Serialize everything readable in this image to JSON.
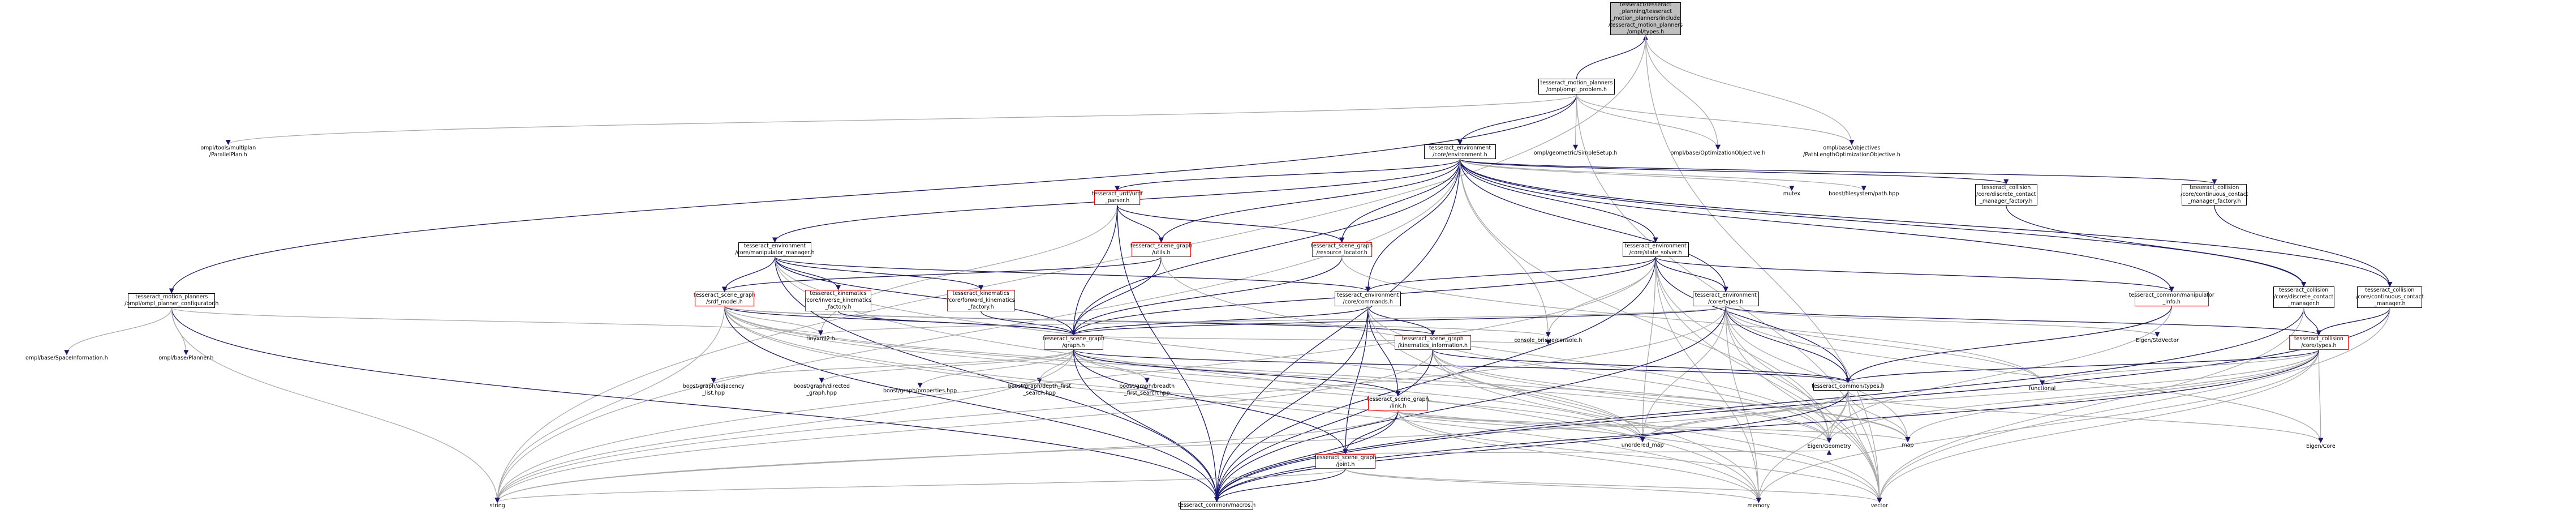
{
  "nodes": [
    {
      "id": "root",
      "text": "tesseract/tesseract\n_planning/tesseract\n_motion_planners/include\n/tesseract_motion_planners\n/ompl/types.h",
      "style": "root"
    },
    {
      "id": "ompl_problem",
      "text": "tesseract_motion_planners\n/ompl/ompl_problem.h",
      "style": "blank"
    },
    {
      "id": "parallel_plan",
      "text": "ompl/tools/multiplan\n/ParallelPlan.h",
      "style": "noborder"
    },
    {
      "id": "environment",
      "text": "tesseract_environment\n/core/environment.h",
      "style": "blank"
    },
    {
      "id": "simple_setup",
      "text": "ompl/geometric/SimpleSetup.h",
      "style": "noborder"
    },
    {
      "id": "opt_objective",
      "text": "ompl/base/OptimizationObjective.h",
      "style": "noborder"
    },
    {
      "id": "path_length",
      "text": "ompl/base/objectives\n/PathLengthOptimizationObjective.h",
      "style": "noborder"
    },
    {
      "id": "planner_configurator",
      "text": "tesseract_motion_planners\n/ompl/ompl_planner_configurator.h",
      "style": "blank"
    },
    {
      "id": "space_information",
      "text": "ompl/base/SpaceInformation.h",
      "style": "noborder"
    },
    {
      "id": "planner",
      "text": "ompl/base/Planner.h",
      "style": "noborder"
    },
    {
      "id": "urdf_parser",
      "text": "tesseract_urdf/urdf\n_parser.h",
      "style": "red"
    },
    {
      "id": "manipulator_manager",
      "text": "tesseract_environment\n/core/manipulator_manager.h",
      "style": "blank"
    },
    {
      "id": "sg_utils",
      "text": "tesseract_scene_graph\n/utils.h",
      "style": "red"
    },
    {
      "id": "resource_locator",
      "text": "tesseract_scene_graph\n/resource_locator.h",
      "style": "red"
    },
    {
      "id": "state_solver",
      "text": "tesseract_environment\n/core/state_solver.h",
      "style": "blank"
    },
    {
      "id": "mutex",
      "text": "mutex",
      "style": "noborder"
    },
    {
      "id": "fs_path",
      "text": "boost/filesystem/path.hpp",
      "style": "noborder"
    },
    {
      "id": "discrete_factory",
      "text": "tesseract_collision\n/core/discrete_contact\n_manager_factory.h",
      "style": "blank"
    },
    {
      "id": "continuous_factory",
      "text": "tesseract_collision\n/core/continuous_contact\n_manager_factory.h",
      "style": "blank"
    },
    {
      "id": "srdf_model",
      "text": "tesseract_scene_graph\n/srdf_model.h",
      "style": "red"
    },
    {
      "id": "inverse_kin_factory",
      "text": "tesseract_kinematics\n/core/inverse_kinematics\n_factory.h",
      "style": "red"
    },
    {
      "id": "forward_kin_factory",
      "text": "tesseract_kinematics\n/core/forward_kinematics\n_factory.h",
      "style": "red"
    },
    {
      "id": "commands",
      "text": "tesseract_environment\n/core/commands.h",
      "style": "blank"
    },
    {
      "id": "env_types",
      "text": "tesseract_environment\n/core/types.h",
      "style": "blank"
    },
    {
      "id": "manipulator_info",
      "text": "tesseract_common/manipulator\n_info.h",
      "style": "red"
    },
    {
      "id": "discrete_manager",
      "text": "tesseract_collision\n/core/discrete_contact\n_manager.h",
      "style": "blank"
    },
    {
      "id": "continuous_manager",
      "text": "tesseract_collision\n/core/continuous_contact\n_manager.h",
      "style": "blank"
    },
    {
      "id": "tinyxml2",
      "text": "tinyxml2.h",
      "style": "noborder"
    },
    {
      "id": "sg_graph",
      "text": "tesseract_scene_graph\n/graph.h",
      "style": "red"
    },
    {
      "id": "kinematics_information",
      "text": "tesseract_scene_graph\n/kinematics_information.h",
      "style": "red"
    },
    {
      "id": "console",
      "text": "console_bridge/console.h",
      "style": "noborder"
    },
    {
      "id": "stdvector",
      "text": "Eigen/StdVector",
      "style": "noborder"
    },
    {
      "id": "collision_types",
      "text": "tesseract_collision\n/core/types.h",
      "style": "red"
    },
    {
      "id": "adjacency",
      "text": "boost/graph/adjacency\n_list.hpp",
      "style": "noborder"
    },
    {
      "id": "directed",
      "text": "boost/graph/directed\n_graph.hpp",
      "style": "noborder"
    },
    {
      "id": "properties",
      "text": "boost/graph/properties.hpp",
      "style": "noborder"
    },
    {
      "id": "dfs",
      "text": "boost/graph/depth_first\n_search.hpp",
      "style": "noborder"
    },
    {
      "id": "bfs",
      "text": "boost/graph/breadth\n_first_search.hpp",
      "style": "noborder"
    },
    {
      "id": "common_types",
      "text": "tesseract_common/types.h",
      "style": "blank"
    },
    {
      "id": "functional",
      "text": "functional",
      "style": "noborder"
    },
    {
      "id": "sg_link",
      "text": "tesseract_scene_graph\n/link.h",
      "style": "red"
    },
    {
      "id": "unordered_map",
      "text": "unordered_map",
      "style": "noborder"
    },
    {
      "id": "map",
      "text": "map",
      "style": "noborder"
    },
    {
      "id": "eigen_geometry",
      "text": "Eigen/Geometry",
      "style": "noborder"
    },
    {
      "id": "eigen_core",
      "text": "Eigen/Core",
      "style": "noborder"
    },
    {
      "id": "sg_joint",
      "text": "tesseract_scene_graph\n/joint.h",
      "style": "red"
    },
    {
      "id": "string",
      "text": "string",
      "style": "noborder"
    },
    {
      "id": "macros",
      "text": "tesseract_common/macros.h",
      "style": "blank"
    },
    {
      "id": "memory",
      "text": "memory",
      "style": "noborder"
    },
    {
      "id": "vector",
      "text": "vector",
      "style": "noborder"
    }
  ],
  "colors": {
    "edge": "#191970",
    "edge_gray": "#a9a9a9",
    "red_border": "#ff0000",
    "root_fill": "#bfbfbf"
  }
}
